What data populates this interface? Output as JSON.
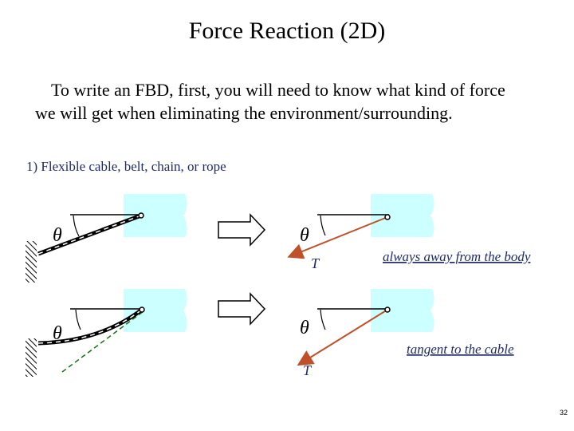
{
  "title": "Force Reaction (2D)",
  "intro": {
    "line1": "To write an FBD, first, you will need to know what kind of force",
    "line2": "we will get when eliminating the environment/surrounding."
  },
  "item1": "1)  Flexible cable, belt, chain, or rope",
  "labels": {
    "theta": "θ",
    "tension": "T",
    "note_top": "always away from the body",
    "note_bottom": "tangent to the cable"
  },
  "colors": {
    "body_fill": "#ccffff",
    "force_arrow": "#c0502a",
    "note_text": "#1f2a6b",
    "tangent_line": "#1a6b1a",
    "arrow_fill": "#ffffff"
  },
  "page_number": "32"
}
